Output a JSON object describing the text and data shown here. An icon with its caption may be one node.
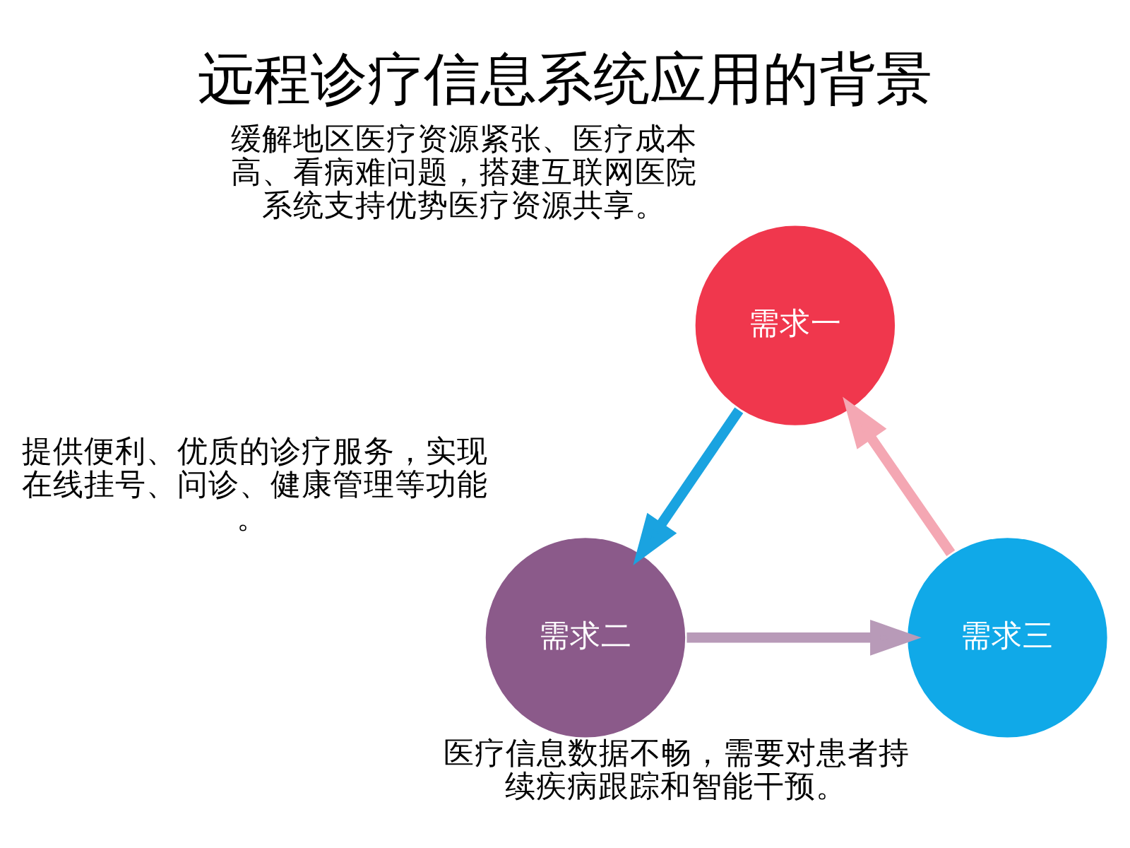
{
  "diagram": {
    "title": "远程诊疗信息系统应用的背景",
    "nodes": [
      {
        "text": [
          "需求一"
        ],
        "beside": [
          "缓解地区医疗资源紧张、医疗成本高、看病难问题，搭建互联网医院系统支持优势医疗资源共享。"
        ]
      },
      {
        "text": [
          "需求二"
        ],
        "beside": [
          "提供便利、优质的诊疗服务，实现在线挂号、问诊、健康管理等功能。"
        ]
      },
      {
        "text": [
          "需求三"
        ],
        "beside": [
          "医疗信息数据不畅，需要对患者持续疾病跟踪和智能干预。"
        ]
      }
    ],
    "edges": [
      {
        "from": 0,
        "to": 1,
        "arrow": "to",
        "color": "#1aa3e0"
      },
      {
        "from": 1,
        "to": 2,
        "arrow": "to",
        "color": "#b89ab8"
      },
      {
        "from": 2,
        "to": 0,
        "arrow": "to",
        "color": "#f4a7b3"
      }
    ]
  }
}
